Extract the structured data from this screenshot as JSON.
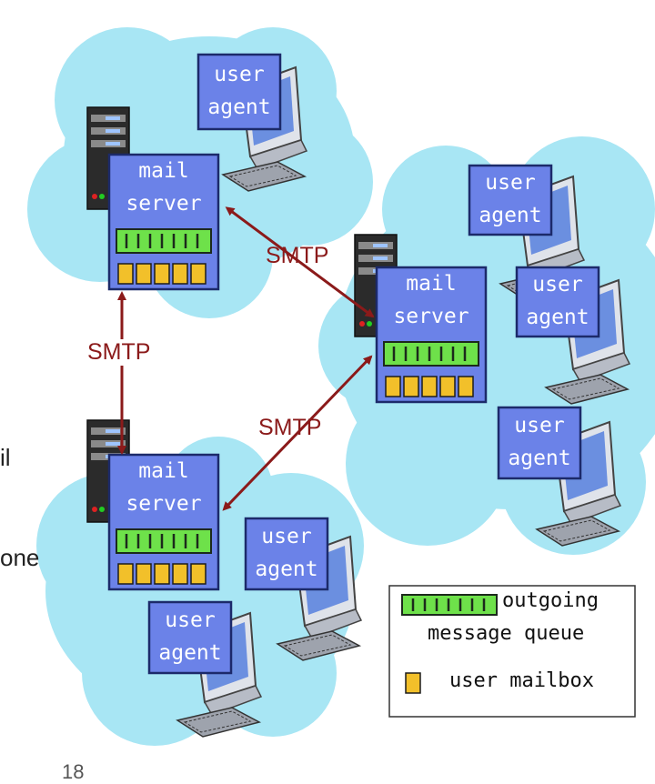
{
  "servers": [
    {
      "id": "top-left",
      "label_line1": "mail",
      "label_line2": "server"
    },
    {
      "id": "right",
      "label_line1": "mail",
      "label_line2": "server"
    },
    {
      "id": "bottom-left",
      "label_line1": "mail",
      "label_line2": "server"
    }
  ],
  "user_agents": [
    {
      "id": "ua-top",
      "line1": "user",
      "line2": "agent"
    },
    {
      "id": "ua-right-1",
      "line1": "user",
      "line2": "agent"
    },
    {
      "id": "ua-right-2",
      "line1": "user",
      "line2": "agent"
    },
    {
      "id": "ua-right-3",
      "line1": "user",
      "line2": "agent"
    },
    {
      "id": "ua-bottom-1",
      "line1": "user",
      "line2": "agent"
    },
    {
      "id": "ua-bottom-2",
      "line1": "user",
      "line2": "agent"
    }
  ],
  "links": [
    {
      "id": "link-top-right",
      "label": "SMTP"
    },
    {
      "id": "link-top-bottom",
      "label": "SMTP"
    },
    {
      "id": "link-bottom-right",
      "label": "SMTP"
    }
  ],
  "legend": {
    "queue_label_line1": "outgoing",
    "queue_label_line2": "message queue",
    "mailbox_label": "user mailbox"
  },
  "side_fragments": [
    "il",
    "one"
  ],
  "page_number": "18",
  "colors": {
    "cloud": "#a8e6f4",
    "box": "#6b82e8",
    "queue": "#6ee14a",
    "mailbox": "#f2c02a",
    "arrow": "#8b1a1a"
  }
}
